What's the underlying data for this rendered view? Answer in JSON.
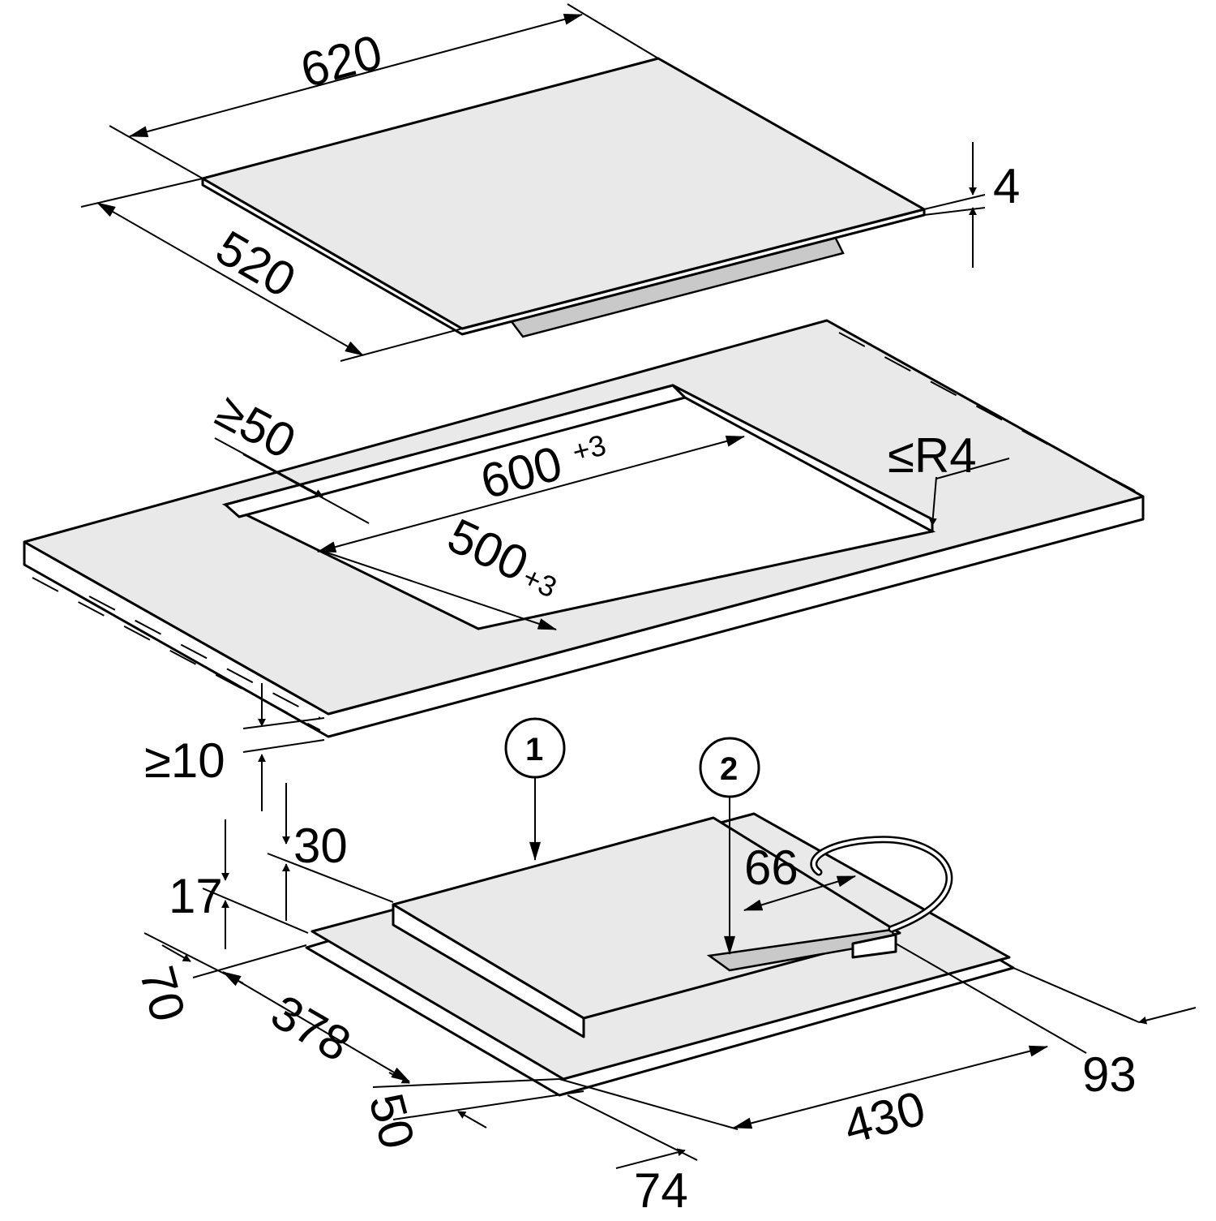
{
  "hob": {
    "width": "620",
    "depth": "520",
    "glass_thickness": "4"
  },
  "worktop": {
    "min_front_distance": "≥50",
    "cutout_width": "600",
    "cutout_width_tolerance": "+3",
    "cutout_depth": "500",
    "cutout_depth_tolerance": "+3",
    "corner_radius": "≤R4",
    "min_gap_below": "≥10"
  },
  "underside": {
    "callout_1": "1",
    "callout_2": "2",
    "dim_30": "30",
    "dim_17": "17",
    "dim_66": "66",
    "dim_70": "70",
    "dim_378": "378",
    "dim_50": "50",
    "dim_430": "430",
    "dim_93": "93",
    "dim_74": "74"
  }
}
